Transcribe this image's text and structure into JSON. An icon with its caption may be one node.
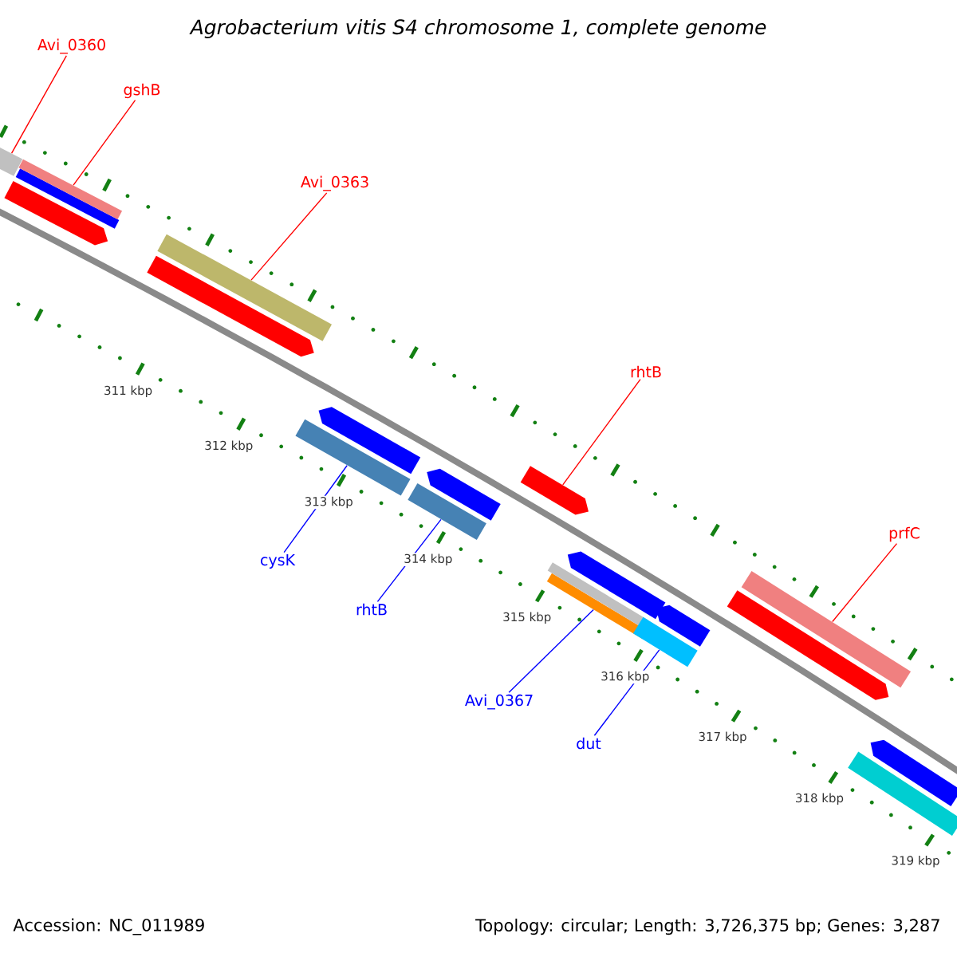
{
  "diagram": {
    "title": "Agrobacterium vitis S4 chromosome 1, complete genome",
    "nodes": [
      {
        "text": [
          "Avi_0360"
        ]
      },
      {
        "text": [
          "gshB"
        ]
      },
      {
        "text": [
          "Avi_0363"
        ]
      },
      {
        "text": [
          "rhtB"
        ]
      },
      {
        "text": [
          "prfC"
        ]
      },
      {
        "text": [
          "cysK"
        ]
      },
      {
        "text": [
          "rhtB"
        ]
      },
      {
        "text": [
          "Avi_0367"
        ]
      },
      {
        "text": [
          "dut"
        ]
      },
      {
        "text": [],
        "shape": "bar"
      },
      {
        "text": [],
        "shape": "bar"
      },
      {
        "text": [],
        "shape": "bar"
      },
      {
        "text": [],
        "shape": "bar"
      },
      {
        "text": [],
        "shape": "bar"
      },
      {
        "text": [],
        "shape": "bar"
      },
      {
        "text": [],
        "shape": "bar"
      },
      {
        "text": [],
        "shape": "bar"
      },
      {
        "text": [],
        "shape": "bar"
      },
      {
        "text": [],
        "shape": "bar"
      },
      {
        "text": [],
        "shape": "bar"
      },
      {
        "text": [],
        "shape": "bar"
      },
      {
        "text": [],
        "shape": "bar"
      },
      {
        "text": [],
        "shape": "bar"
      },
      {
        "text": [],
        "shape": "bar"
      },
      {
        "text": [],
        "shape": "bar"
      },
      {
        "text": [],
        "shape": "bar"
      },
      {
        "text": [],
        "shape": "bar"
      },
      {
        "text": [],
        "shape": "bar"
      },
      {
        "text": [],
        "shape": "bar"
      }
    ],
    "edges": [
      {
        "from": 0,
        "to": 9,
        "arrow": "none"
      },
      {
        "from": 1,
        "to": 12,
        "arrow": "none"
      },
      {
        "from": 2,
        "to": 14,
        "arrow": "none"
      },
      {
        "from": 3,
        "to": 19,
        "arrow": "none"
      },
      {
        "from": 4,
        "to": 26,
        "arrow": "none"
      },
      {
        "from": 5,
        "to": 15,
        "arrow": "none",
        "color": "#0000ff"
      },
      {
        "from": 6,
        "to": 17,
        "arrow": "none",
        "color": "#0000ff"
      },
      {
        "from": 7,
        "to": 20,
        "arrow": "none",
        "color": "#0000ff"
      },
      {
        "from": 8,
        "to": 23,
        "arrow": "none",
        "color": "#0000ff"
      }
    ],
    "labels": [
      "311 kbp",
      "312 kbp",
      "313 kbp",
      "314 kbp",
      "315 kbp",
      "316 kbp",
      "317 kbp",
      "318 kbp",
      "319 kbp",
      "Accession: NC_011989",
      "Topology: circular; Length: 3,726,375 bp; Genes: 3,287"
    ]
  }
}
